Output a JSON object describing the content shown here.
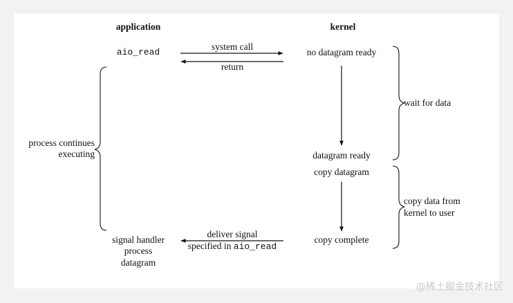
{
  "headers": {
    "application": "application",
    "kernel": "kernel"
  },
  "app": {
    "aio_read": "aio_read",
    "process_continues_line1": "process continues",
    "process_continues_line2": "executing",
    "signal_handler_line1": "signal handler",
    "signal_handler_line2": "process",
    "signal_handler_line3": "datagram"
  },
  "arrows": {
    "system_call": "system call",
    "return": "return",
    "deliver_signal": "deliver signal",
    "specified_in": "specified in",
    "specified_code": "aio_read"
  },
  "kernel_states": {
    "no_datagram_ready": "no datagram ready",
    "datagram_ready": "datagram ready",
    "copy_datagram": "copy datagram",
    "copy_complete": "copy complete"
  },
  "phases": {
    "wait_for_data": "wait for data",
    "copy_line1": "copy data from",
    "copy_line2": "kernel to user"
  },
  "watermark": "@稀土掘金技术社区"
}
